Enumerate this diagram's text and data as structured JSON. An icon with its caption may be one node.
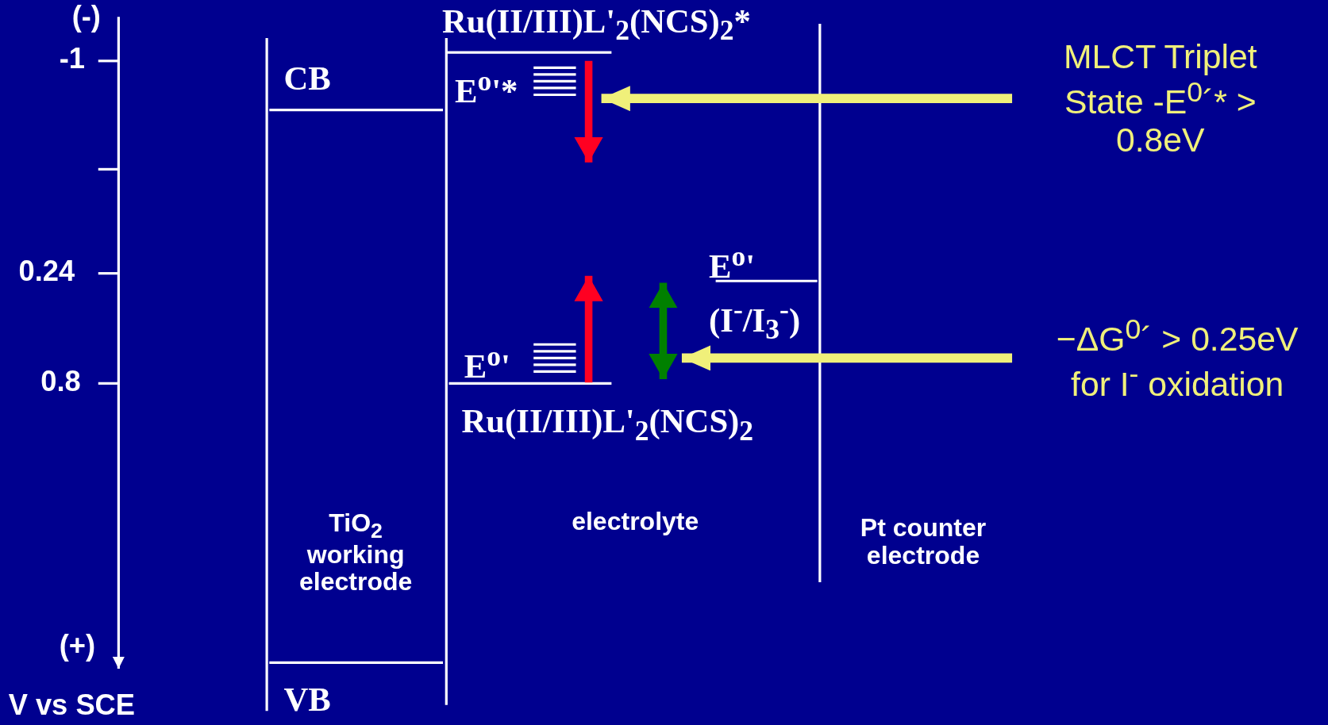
{
  "diagram": {
    "nodes": [
      {
        "text": [
          "MLCT Triplet State -E$^{0}$´* > 0.8eV"
        ]
      },
      {
        "text": [
          "−ΔG$^{0}$´ > 0.25eV for I$^{-}$ oxidation"
        ]
      }
    ],
    "edges": [
      {
        "from": 0,
        "to": null,
        "arrow": "to"
      },
      {
        "from": 1,
        "to": null,
        "arrow": "to"
      }
    ],
    "labels": [
      "(-)",
      "Ru(II/III)L'$_{2}$(NCS)$_{2}$*",
      "-1",
      "E$^{o}$'*",
      "CB",
      "E$^{o}$'",
      "0.24",
      "(I$^{-}$/I$_{3}$$^{-}$)",
      "E$^{o}$'",
      "0.8",
      "Ru(II/III)L'$_{2}$(NCS)$_{2}$",
      "electrolyte",
      "TiO$_{2}$ working electrode",
      "Pt counter electrode",
      "(+)",
      "VB",
      "V vs SCE"
    ]
  }
}
